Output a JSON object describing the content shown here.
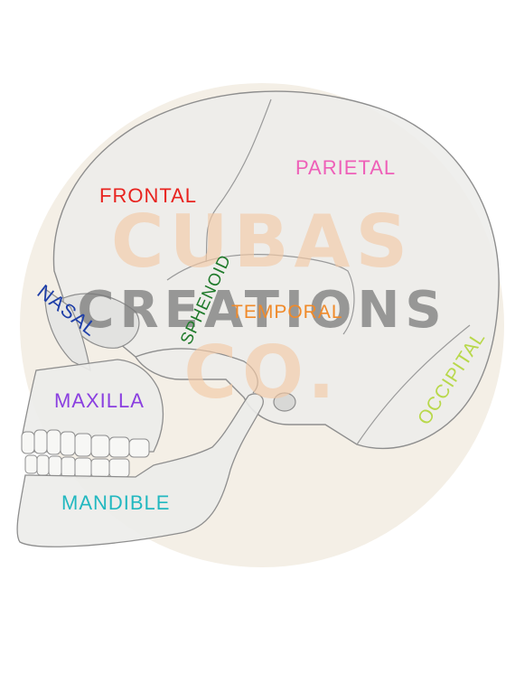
{
  "watermark": {
    "line1": "CUBAS",
    "line2": "CREATIONS",
    "line3": "CO."
  },
  "labels": {
    "frontal": "FRONTAL",
    "parietal": "PARIETAL",
    "nasal": "NASAL",
    "sphenoid": "SPHENOID",
    "temporal": "TEMPORAL",
    "occipital": "OCCIPITAL",
    "maxilla": "MAXILLA",
    "mandible": "MANDIBLE"
  },
  "colors": {
    "frontal": "#e8231f",
    "parietal": "#ee5fb8",
    "nasal": "#1f3fa8",
    "sphenoid": "#1f7a2a",
    "temporal": "#f08a2a",
    "occipital": "#b8d84a",
    "maxilla": "#8a3fe0",
    "mandible": "#22b8c0",
    "watermark_circle": "#f4efe6",
    "watermark_orange": "#f2c9a6",
    "watermark_gray": "#7a7a7a"
  }
}
